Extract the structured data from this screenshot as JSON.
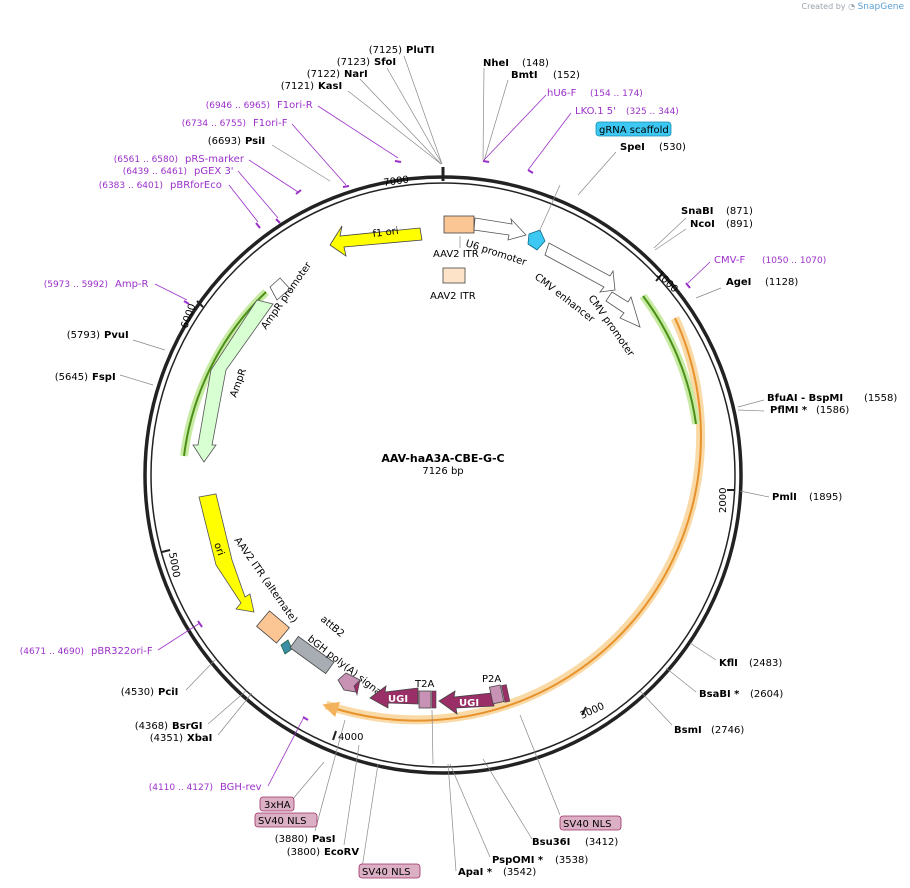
{
  "credit": {
    "prefix": "Created by",
    "brand": "SnapGene"
  },
  "plasmid": {
    "name": "AAV-haA3A-CBE-G-C",
    "size": "7126 bp"
  },
  "ticks": [
    "1000",
    "2000",
    "3000",
    "4000",
    "5000",
    "6000",
    "7000"
  ],
  "features": {
    "aav2_itr_top": "AAV2 ITR",
    "aav2_itr_box": "AAV2 ITR",
    "u6_promoter": "U6 promoter",
    "cmv_enhancer": "CMV enhancer",
    "cmv_promoter": "CMV promoter",
    "f1_ori": "f1 ori",
    "ampr_promoter": "AmpR promoter",
    "ampr": "AmpR",
    "ori": "ori",
    "aav2_itr_alt": "AAV2 ITR (alternate)",
    "attb2": "attB2",
    "bgh_polya": "bGH poly(A) signal",
    "t2a": "T2A",
    "p2a": "P2A",
    "ugi_1": "UGI",
    "ugi_2": "UGI"
  },
  "boxed_labels": {
    "grna_scaffold": "gRNA scaffold",
    "three_xha": "3xHA",
    "sv40_nls_left": "SV40 NLS",
    "sv40_nls_bottom": "SV40 NLS",
    "sv40_nls_right": "SV40 NLS"
  },
  "enzymes": [
    {
      "name": "PluTI",
      "pos": "(7125)"
    },
    {
      "name": "SfoI",
      "pos": "(7123)"
    },
    {
      "name": "NarI",
      "pos": "(7122)"
    },
    {
      "name": "KasI",
      "pos": "(7121)"
    },
    {
      "name": "PsiI",
      "pos": "(6693)"
    },
    {
      "name": "PvuI",
      "pos": "(5793)"
    },
    {
      "name": "FspI",
      "pos": "(5645)"
    },
    {
      "name": "PciI",
      "pos": "(4530)"
    },
    {
      "name": "BsrGI",
      "pos": "(4368)"
    },
    {
      "name": "XbaI",
      "pos": "(4351)"
    },
    {
      "name": "PasI",
      "pos": "(3880)"
    },
    {
      "name": "EcoRV",
      "pos": "(3800)"
    },
    {
      "name": "NheI",
      "pos": "(148)"
    },
    {
      "name": "BmtI",
      "pos": "(152)"
    },
    {
      "name": "SpeI",
      "pos": "(530)"
    },
    {
      "name": "SnaBI",
      "pos": "(871)"
    },
    {
      "name": "NcoI",
      "pos": "(891)"
    },
    {
      "name": "AgeI",
      "pos": "(1128)"
    },
    {
      "name": "BfuAI  - BspMI",
      "pos": "(1558)"
    },
    {
      "name": "PflMI *",
      "pos": "(1586)"
    },
    {
      "name": "PmlI",
      "pos": "(1895)"
    },
    {
      "name": "KflI",
      "pos": "(2483)"
    },
    {
      "name": "BsaBI *",
      "pos": "(2604)"
    },
    {
      "name": "BsmI",
      "pos": "(2746)"
    },
    {
      "name": "Bsu36I",
      "pos": "(3412)"
    },
    {
      "name": "PspOMI *",
      "pos": "(3538)"
    },
    {
      "name": "ApaI *",
      "pos": "(3542)"
    }
  ],
  "primers": [
    {
      "name": "F1ori-R",
      "range": "(6946 .. 6965)"
    },
    {
      "name": "F1ori-F",
      "range": "(6734 .. 6755)"
    },
    {
      "name": "pRS-marker",
      "range": "(6561 .. 6580)"
    },
    {
      "name": "pGEX 3'",
      "range": "(6439 .. 6461)"
    },
    {
      "name": "pBRforEco",
      "range": "(6383 .. 6401)"
    },
    {
      "name": "Amp-R",
      "range": "(5973 .. 5992)"
    },
    {
      "name": "pBR322ori-F",
      "range": "(4671 .. 4690)"
    },
    {
      "name": "BGH-rev",
      "range": "(4110 .. 4127)"
    },
    {
      "name": "hU6-F",
      "range": "(154 .. 174)"
    },
    {
      "name": "LKO.1 5'",
      "range": "(325 .. 344)"
    },
    {
      "name": "CMV-F",
      "range": "(1050 .. 1070)"
    }
  ],
  "colors": {
    "backbone": "#222222",
    "enzyme_text": "#000000",
    "primer": "#9b30c9",
    "orange_arc": "#f2b35c",
    "green_arc": "#5ba524",
    "yellow": "#ffff00",
    "itr": "#fbc594",
    "ugi": "#9a2e66",
    "nls": "#dcb0c4",
    "grna": "#3cc8f2",
    "ampr": "#d7ffd2",
    "bgh": "#a7adb3"
  }
}
